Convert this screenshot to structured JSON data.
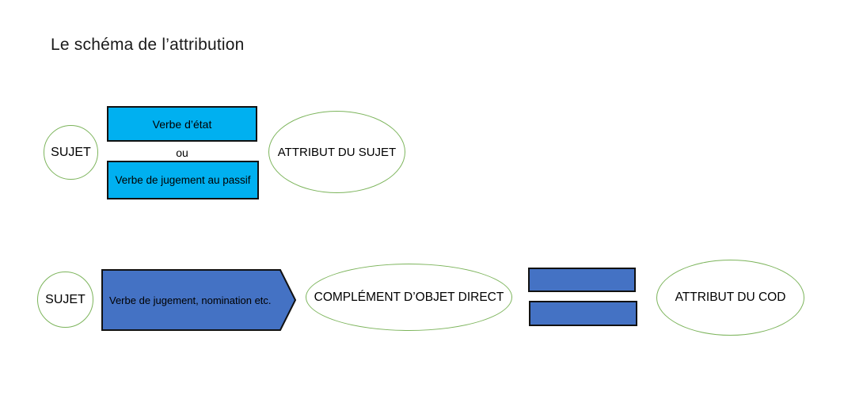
{
  "page": {
    "title": "Le schéma de l’attribution"
  },
  "colors": {
    "cyan_fill": "#00B0F0",
    "blue_fill": "#4472C4",
    "green_outline": "#7CB45B",
    "shape_border": "#111111",
    "title_text": "#1a1a1a",
    "label_text": "#000000"
  },
  "diagram": {
    "row1": {
      "subject": "SUJET",
      "verb_state": "Verbe d’état",
      "or": "ou",
      "verb_judgement_passive": "Verbe de jugement au passif",
      "attribute_subject": "ATTRIBUT DU SUJET"
    },
    "row2": {
      "subject": "SUJET",
      "verb_judgement": "Verbe de jugement, nomination etc.",
      "direct_object": "COMPLÉMENT D’OBJET DIRECT",
      "attribute_cod": "ATTRIBUT DU COD"
    }
  }
}
